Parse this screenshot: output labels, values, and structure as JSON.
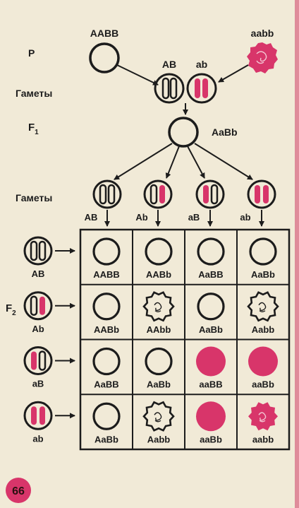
{
  "parents": {
    "row_label": "P",
    "left_genotype": "AABB",
    "right_genotype": "aabb"
  },
  "gametes_row1": {
    "row_label": "Гаметы",
    "left": "AB",
    "right": "ab"
  },
  "f1": {
    "row_label": "F",
    "row_label_sub": "1",
    "genotype": "AaBb"
  },
  "gametes_row2": {
    "row_label": "Гаметы",
    "labels": [
      "AB",
      "Ab",
      "aB",
      "ab"
    ]
  },
  "f2": {
    "row_label": "F",
    "row_label_sub": "2",
    "row_gametes": [
      "AB",
      "Ab",
      "aB",
      "ab"
    ],
    "cells": [
      [
        "AABB",
        "AABb",
        "AaBB",
        "AaBb"
      ],
      [
        "AABb",
        "AAbb",
        "AaBb",
        "Aabb"
      ],
      [
        "AaBB",
        "AaBb",
        "aaBB",
        "aaBb"
      ],
      [
        "AaBb",
        "Aabb",
        "aaBb",
        "aabb"
      ]
    ]
  },
  "page_number": "66",
  "colors": {
    "background": "#f1ead7",
    "ink": "#1c1c1c",
    "red": "#d8356a"
  }
}
